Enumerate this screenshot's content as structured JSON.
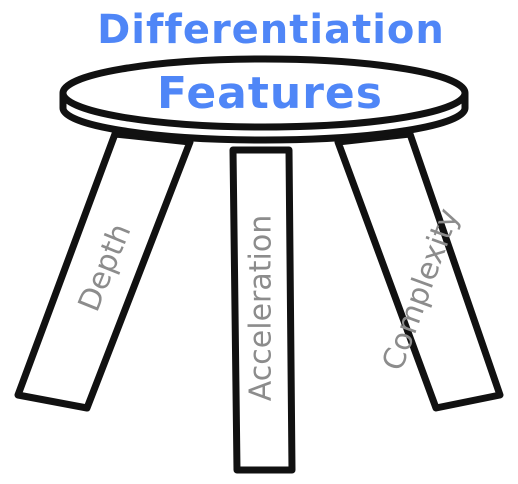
{
  "diagram": {
    "title_line1": "Differentiation",
    "title_line2": "Features",
    "legs": [
      {
        "label": "Depth"
      },
      {
        "label": "Acceleration"
      },
      {
        "label": "Complexity"
      }
    ],
    "colors": {
      "title": "#4f86f7",
      "outline": "#111111",
      "leg_text": "#8c8c8c",
      "fill": "#ffffff"
    }
  }
}
